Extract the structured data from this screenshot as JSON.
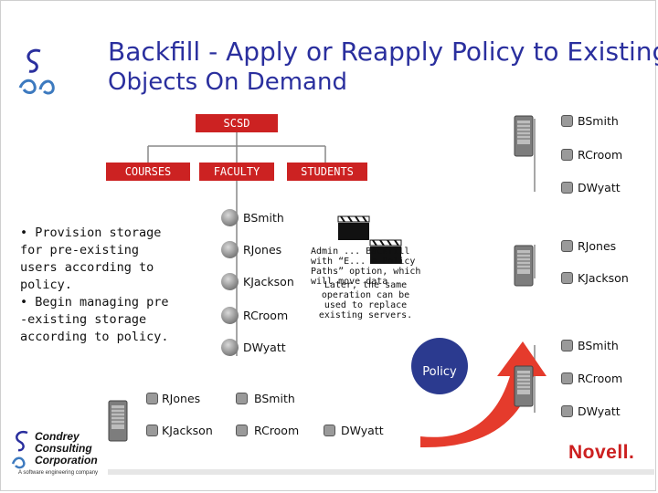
{
  "slide": {
    "title_line1": "Backfill - Apply or Reapply Policy to Existing",
    "title_line2": "Objects On Demand"
  },
  "tree": {
    "root": "SCSD",
    "children": [
      "COURSES",
      "FACULTY",
      "STUDENTS"
    ],
    "faculty_users": [
      "BSmith",
      "RJones",
      "KJackson",
      "RCroom",
      "DWyatt"
    ]
  },
  "bullets": [
    "• Provision storage for pre-existing users according to policy.",
    "• Begin managing pre -existing storage according to policy."
  ],
  "note": {
    "text1": "Admin ... Backfill with “E... e Policy Paths” option, which will move data",
    "text2": "Later, the same operation can be used to replace existing servers."
  },
  "policy_label": "Policy",
  "servers": {
    "top": [
      "BSmith",
      "RCroom",
      "DWyatt"
    ],
    "middle": [
      "RJones",
      "KJackson"
    ],
    "bottom_right": [
      "BSmith",
      "RCroom",
      "DWyatt"
    ],
    "bottom_left": [
      "RJones",
      "KJackson"
    ],
    "bottom_center": [
      "BSmith",
      "RCroom"
    ],
    "bottom_extra": [
      "DWyatt"
    ]
  },
  "logos": {
    "company_line1": "Condrey",
    "company_line2": "Consulting",
    "company_line3": "Corporation",
    "company_tagline": "A software engineering company",
    "novell": "Novell."
  },
  "colors": {
    "title": "#2a2f9e",
    "ou_box": "#cc2222",
    "policy_circle": "#2b3a8f",
    "arrow": "#e53b2c"
  }
}
